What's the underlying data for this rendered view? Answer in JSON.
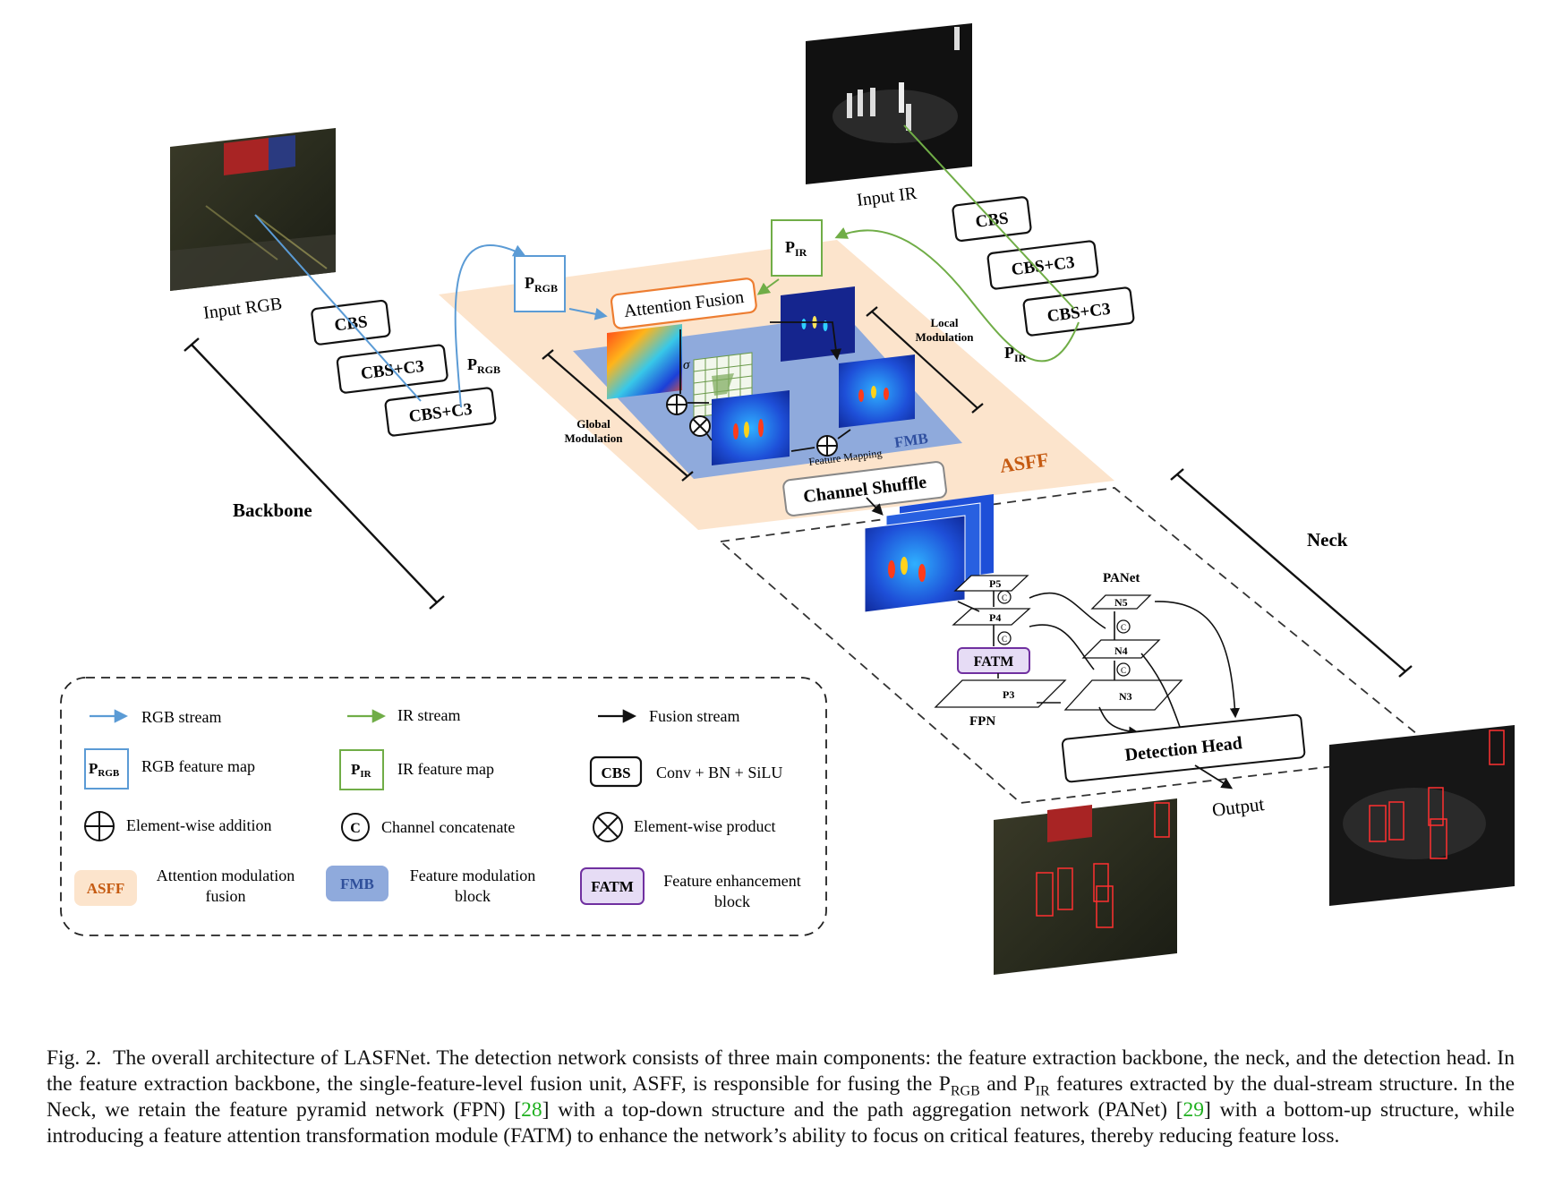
{
  "backbone": {
    "label": "Backbone",
    "input_rgb": "Input RGB",
    "input_ir": "Input IR",
    "rgb_blocks": [
      "CBS",
      "CBS+C3",
      "CBS+C3"
    ],
    "ir_blocks": [
      "CBS",
      "CBS+C3",
      "CBS+C3"
    ],
    "p_rgb_main": "P",
    "p_rgb_sub": "RGB",
    "p_ir_main": "P",
    "p_ir_sub": "IR"
  },
  "asff": {
    "label": "ASFF",
    "attention_fusion": "Attention Fusion",
    "fmb_label": "FMB",
    "global_modulation": [
      "Global",
      "Modulation"
    ],
    "local_modulation": [
      "Local",
      "Modulation"
    ],
    "feature_mapping": "Feature Mapping",
    "sigma": "σ",
    "channel_shuffle": "Channel Shuffle"
  },
  "neck": {
    "label": "Neck",
    "panet": "PANet",
    "fpn": "FPN",
    "fatm": "FATM",
    "p_nodes": [
      "P5",
      "P4",
      "P3"
    ],
    "n_nodes": [
      "N5",
      "N4",
      "N3"
    ],
    "concat": "C",
    "detection_head": "Detection Head",
    "output": "Output"
  },
  "legend": {
    "rgb_stream": "RGB stream",
    "ir_stream": "IR stream",
    "fusion_stream": "Fusion stream",
    "rgb_feature_map": "RGB feature map",
    "ir_feature_map": "IR feature map",
    "cbs_box": "CBS",
    "cbs_desc": "Conv + BN + SiLU",
    "add": "Element-wise addition",
    "concat_symbol": "C",
    "concat": "Channel concatenate",
    "product": "Element-wise product",
    "asff_box": "ASFF",
    "asff_desc": [
      "Attention modulation",
      "fusion"
    ],
    "fmb_box": "FMB",
    "fmb_desc": [
      "Feature modulation",
      "block"
    ],
    "fatm_box": "FATM",
    "fatm_desc": [
      "Feature enhancement",
      "block"
    ]
  },
  "colors": {
    "rgb_stream": "#5b9bd5",
    "ir_stream": "#70ad47",
    "asff_fill": "#fce4cc",
    "asff_text": "#c55a11",
    "fmb_fill": "#8faadc",
    "fatm_fill": "#e6dcf5",
    "fatm_border": "#7030a0"
  },
  "caption": {
    "fig": "Fig. 2.",
    "s1": "The overall architecture of LASFNet. The detection network consists of three main components: the feature extraction backbone, the neck, and the detection head. In the feature extraction backbone, the single-feature-level fusion unit, ASFF, is responsible for fusing the P",
    "sub_rgb": "RGB",
    "s2": " and P",
    "sub_ir": "IR",
    "s3": " features extracted by the dual-stream structure. In the Neck, we retain the feature pyramid network (FPN) [",
    "ref1": "28",
    "s4": "] with a top-down structure and the path aggregation network (PANet) [",
    "ref2": "29",
    "s5": "] with a bottom-up structure, while introducing a feature attention transformation module (FATM) to enhance the network’s ability to focus on critical features, thereby reducing feature loss."
  }
}
